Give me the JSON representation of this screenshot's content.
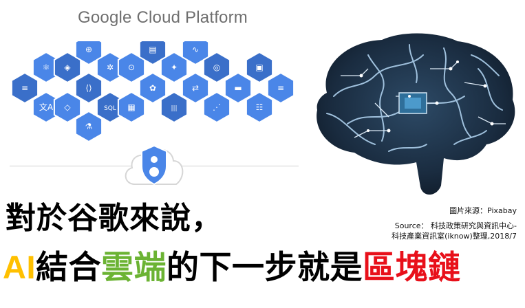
{
  "header": {
    "logo_text": "Google Cloud Platform"
  },
  "icons": {
    "hexagons": [
      "list-icon",
      "molecule-icon",
      "text-translate-icon",
      "layers-icon",
      "diamond-icon",
      "search-chart-icon",
      "code-icon",
      "flask-icon",
      "bug-icon",
      "sql-icon",
      "eye-icon",
      "microchip-icon",
      "grid-icon",
      "brain-icon",
      "hub-icon",
      "waveform-icon",
      "chart-icon",
      "route-icon",
      "target-icon",
      "analytics-icon",
      "storage-icon",
      "box-icon",
      "list-settings-icon"
    ],
    "cloud_badge": "shield-icon",
    "brain_image": "circuit-brain-image"
  },
  "colors": {
    "hex_blue": "#4a86e8",
    "hex_dark": "#3a6fc9",
    "yellow": "#ffc000",
    "green": "#6bb333",
    "red": "#e8101a"
  },
  "headline": {
    "line1": "對於谷歌來說，",
    "line2_parts": [
      "AI",
      "結合",
      "雲端",
      "的下一步就是",
      "區塊鏈"
    ]
  },
  "credit": {
    "image_source": "圖片來源：Pixabay",
    "source_line1": "Source： 科技政策研究與資訊中心-",
    "source_line2": "科技產業資訊室(iknow)整理,2018/7"
  }
}
